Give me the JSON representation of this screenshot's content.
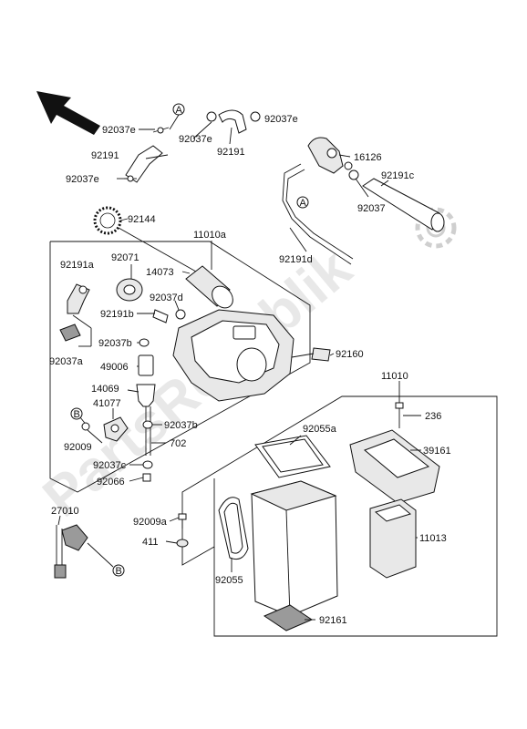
{
  "watermark": "PartsRepublik",
  "markers": {
    "a": "A",
    "b": "B"
  },
  "parts": [
    {
      "id": "92037e_1",
      "label": "92037e"
    },
    {
      "id": "92037e_2",
      "label": "92037e"
    },
    {
      "id": "92037e_3",
      "label": "92037e"
    },
    {
      "id": "92037e_4",
      "label": "92037e"
    },
    {
      "id": "92191_1",
      "label": "92191"
    },
    {
      "id": "92191_2",
      "label": "92191"
    },
    {
      "id": "16126",
      "label": "16126"
    },
    {
      "id": "92191c",
      "label": "92191c"
    },
    {
      "id": "92037",
      "label": "92037"
    },
    {
      "id": "92144",
      "label": "92144"
    },
    {
      "id": "11010a",
      "label": "11010a"
    },
    {
      "id": "92191d",
      "label": "92191d"
    },
    {
      "id": "92071",
      "label": "92071"
    },
    {
      "id": "14073",
      "label": "14073"
    },
    {
      "id": "92191a",
      "label": "92191a"
    },
    {
      "id": "92037d",
      "label": "92037d"
    },
    {
      "id": "92191b",
      "label": "92191b"
    },
    {
      "id": "92037b_1",
      "label": "92037b"
    },
    {
      "id": "49006",
      "label": "49006"
    },
    {
      "id": "92037a",
      "label": "92037a"
    },
    {
      "id": "92160",
      "label": "92160"
    },
    {
      "id": "11010",
      "label": "11010"
    },
    {
      "id": "14069",
      "label": "14069"
    },
    {
      "id": "41077",
      "label": "41077"
    },
    {
      "id": "236",
      "label": "236"
    },
    {
      "id": "92037b_2",
      "label": "92037b"
    },
    {
      "id": "702",
      "label": "702"
    },
    {
      "id": "92009",
      "label": "92009"
    },
    {
      "id": "92055a",
      "label": "92055a"
    },
    {
      "id": "39161",
      "label": "39161"
    },
    {
      "id": "92037c",
      "label": "92037c"
    },
    {
      "id": "92066",
      "label": "92066"
    },
    {
      "id": "27010",
      "label": "27010"
    },
    {
      "id": "92009a",
      "label": "92009a"
    },
    {
      "id": "11013",
      "label": "11013"
    },
    {
      "id": "411",
      "label": "411"
    },
    {
      "id": "92055",
      "label": "92055"
    },
    {
      "id": "92161",
      "label": "92161"
    }
  ]
}
